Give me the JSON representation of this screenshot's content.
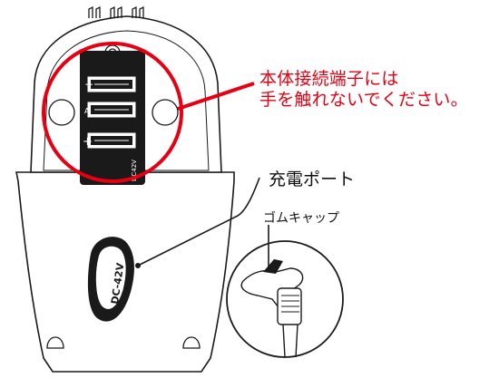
{
  "warning": {
    "line1": "本体接続端子には",
    "line2": "手を触れないでください。"
  },
  "labels": {
    "charging_port": "充電ポート",
    "rubber_cap": "ゴムキャップ"
  },
  "device_markings": {
    "minus": "−",
    "middle": "A",
    "plus": "+",
    "model": "DC42V",
    "port_text": "DC-42V"
  },
  "colors": {
    "accent_red": "#e60012",
    "line": "#1a1a1a"
  }
}
